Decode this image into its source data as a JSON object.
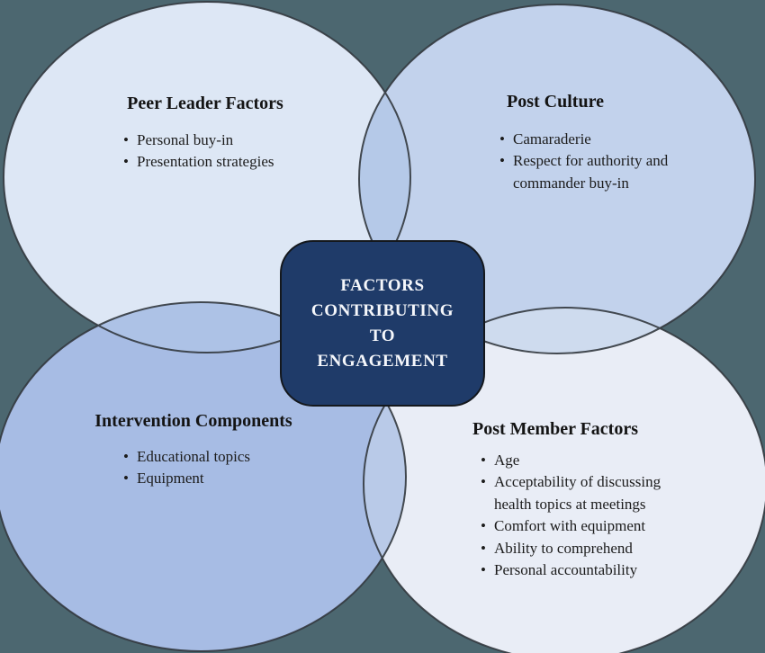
{
  "page": {
    "background": "#4c6770"
  },
  "diagram": {
    "center_box": {
      "fill": "#1f3b69",
      "border": "#14181d",
      "text_color": "#f5f7fb",
      "label_lines": [
        "FACTORS",
        "CONTRIBUTING",
        "TO",
        "ENGAGEMENT"
      ]
    },
    "circles": {
      "top_left": {
        "title": "Peer Leader Factors",
        "fill": "#dde7f5",
        "items": [
          "Personal buy-in",
          "Presentation strategies"
        ]
      },
      "top_right": {
        "title": "Post Culture",
        "fill": "#c2d2ec",
        "items": [
          "Camaraderie",
          "Respect for authority and commander buy-in"
        ]
      },
      "bottom_left": {
        "title": "Intervention Components",
        "fill": "#a7bce4",
        "items": [
          "Educational topics",
          "Equipment"
        ]
      },
      "bottom_right": {
        "title": "Post Member Factors",
        "fill": "#e9edf6",
        "items": [
          "Age",
          "Acceptability of discussing health topics at meetings",
          "Comfort with equipment",
          "Ability to comprehend",
          "Personal accountability"
        ]
      }
    },
    "overlaps": {
      "top": "#b5c9e8",
      "left": "#adc2e6",
      "right": "#cedbee",
      "bottom": "#b9cae8"
    },
    "stroke_color": "#33393f"
  }
}
